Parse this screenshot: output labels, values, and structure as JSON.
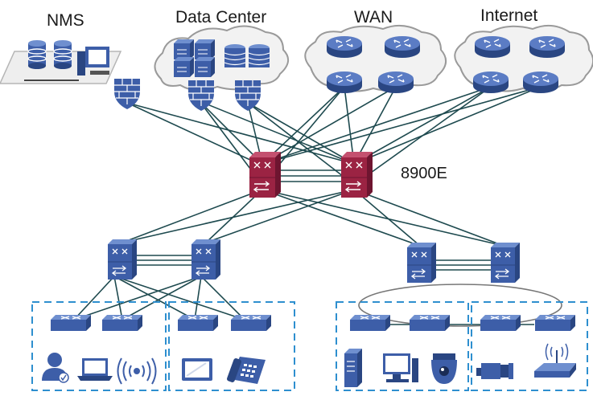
{
  "labels": {
    "nms": "NMS",
    "data_center": "Data Center",
    "wan": "WAN",
    "internet": "Internet",
    "core_switch": "8900E"
  },
  "colors": {
    "link": "#1e4a4f",
    "device_blue": "#3d5ea8",
    "device_blue_dark": "#2a4682",
    "core_red": "#9b2343",
    "core_red_dark": "#6e1530",
    "cloud_fill": "#f2f2f2",
    "cloud_stroke": "#9a9a9a",
    "dashed_box": "#2e8fcf"
  },
  "icons": {
    "nms": [
      "database-icon",
      "database-icon",
      "workstation-icon",
      "firewall-icon"
    ],
    "data_center": [
      "server-rack-icon",
      "storage-icon",
      "firewall-icon",
      "firewall-icon"
    ],
    "wan": [
      "router-icon",
      "router-icon",
      "router-icon",
      "router-icon"
    ],
    "internet": [
      "router-icon",
      "router-icon",
      "router-icon",
      "router-icon"
    ],
    "core": [
      "core-switch-icon",
      "core-switch-icon"
    ],
    "aggregation": [
      "aggregation-switch-icon",
      "aggregation-switch-icon",
      "aggregation-switch-icon",
      "aggregation-switch-icon"
    ],
    "access_group_1": [
      "access-switch-icon",
      "access-switch-icon",
      "user-icon",
      "laptop-icon",
      "wireless-icon"
    ],
    "access_group_2": [
      "access-switch-icon",
      "access-switch-icon",
      "tablet-icon",
      "ip-phone-icon"
    ],
    "access_group_3": [
      "access-switch-icon",
      "access-switch-icon",
      "server-icon",
      "desktop-icon",
      "dome-camera-icon"
    ],
    "access_group_4": [
      "access-switch-icon",
      "access-switch-icon",
      "box-camera-icon",
      "wifi-router-icon"
    ]
  }
}
